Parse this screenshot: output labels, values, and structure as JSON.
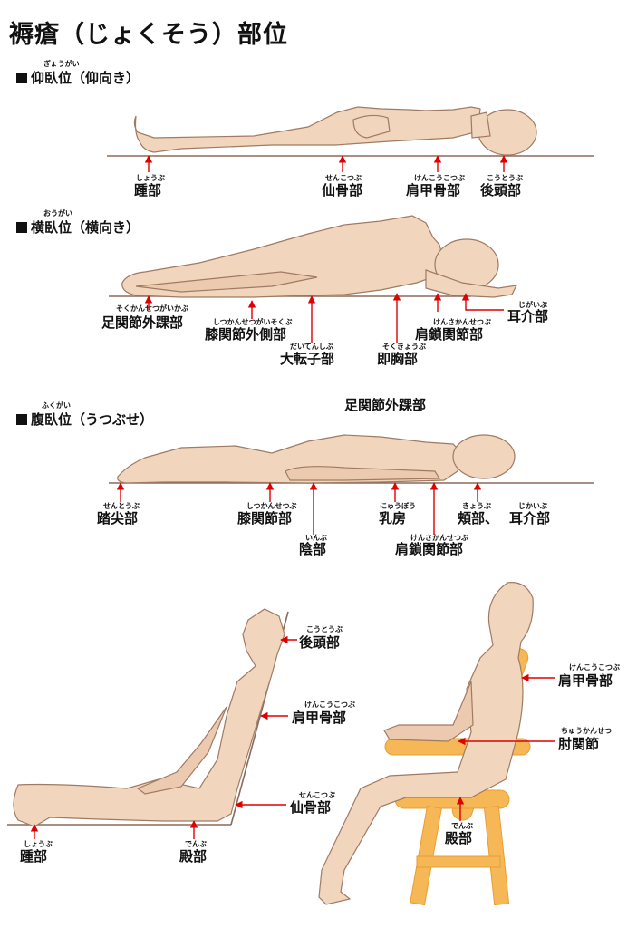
{
  "title": "褥瘡（じょくそう）部位",
  "sections": {
    "supine": {
      "ruby": "ぎょうがい",
      "label": "仰臥位（仰向き）"
    },
    "lateral": {
      "ruby": "おうがい",
      "label": "横臥位（横向き）"
    },
    "prone": {
      "ruby": "ふくがい",
      "label": "腹臥位（うつぶせ）"
    }
  },
  "stray_label": "足関節外踝部",
  "labels": {
    "supine_heel": {
      "ruby": "しょうぶ",
      "text": "踵部"
    },
    "supine_sacrum": {
      "ruby": "せんこつぶ",
      "text": "仙骨部"
    },
    "supine_scapula": {
      "ruby": "けんこうこつぶ",
      "text": "肩甲骨部"
    },
    "supine_occipital": {
      "ruby": "こうとうぶ",
      "text": "後頭部"
    },
    "lat_ankle": {
      "ruby": "そくかんせつがいかぶ",
      "text": "足関節外踝部"
    },
    "lat_knee": {
      "ruby": "しつかんせつがいそくぶ",
      "text": "膝関節外側部"
    },
    "lat_trochanter": {
      "ruby": "だいてんしぶ",
      "text": "大転子部"
    },
    "lat_chest": {
      "ruby": "そくきょうぶ",
      "text": "即胸部"
    },
    "lat_acromio": {
      "ruby": "けんさかんせつぶ",
      "text": "肩鎖関節部"
    },
    "lat_ear": {
      "ruby": "じがいぶ",
      "text": "耳介部"
    },
    "pr_toe": {
      "ruby": "せんとうぶ",
      "text": "踏尖部"
    },
    "pr_knee": {
      "ruby": "しつかんせつぶ",
      "text": "膝関節部"
    },
    "pr_genital": {
      "ruby": "いんぶ",
      "text": "陰部"
    },
    "pr_breast": {
      "ruby": "にゅうぼう",
      "text": "乳房"
    },
    "pr_acromio": {
      "ruby": "けんさかんせつぶ",
      "text": "肩鎖関節部"
    },
    "pr_cheek": {
      "ruby": "きょうぶ",
      "text": "頬部、"
    },
    "pr_ear": {
      "ruby": "じかいぶ",
      "text": "耳介部"
    },
    "rc_occipital": {
      "ruby": "こうとうぶ",
      "text": "後頭部"
    },
    "rc_scapula": {
      "ruby": "けんこうこつぶ",
      "text": "肩甲骨部"
    },
    "rc_sacrum": {
      "ruby": "せんこつぶ",
      "text": "仙骨部"
    },
    "rc_heel": {
      "ruby": "しょうぶ",
      "text": "踵部"
    },
    "rc_buttock": {
      "ruby": "でんぶ",
      "text": "殿部"
    },
    "ch_scapula": {
      "ruby": "けんこうこつぶ",
      "text": "肩甲骨部"
    },
    "ch_elbow": {
      "ruby": "ちゅうかんせつ",
      "text": "肘関節"
    },
    "ch_buttock": {
      "ruby": "でんぶ",
      "text": "殿部"
    }
  },
  "colors": {
    "skin": "#f2d5bd",
    "outline": "#a07a63",
    "arrow": "#e00000",
    "chair": "#f6b757",
    "floor": "#8b6a5a"
  }
}
